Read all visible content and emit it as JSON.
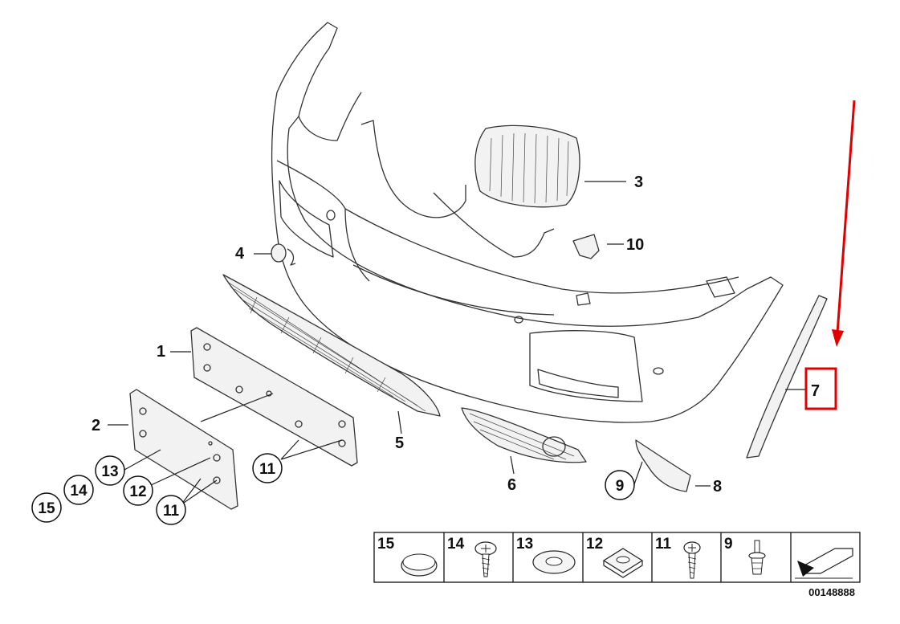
{
  "callouts": {
    "p1": "1",
    "p2": "2",
    "p3": "3",
    "p4": "4",
    "p5": "5",
    "p6": "6",
    "p7": "7",
    "p8": "8",
    "p9": "9",
    "p10": "10",
    "p11a": "11",
    "p11b": "11",
    "p12": "12",
    "p13": "13",
    "p14": "14",
    "p15": "15"
  },
  "legend_table": {
    "cells": [
      "15",
      "14",
      "13",
      "12",
      "11",
      "9"
    ]
  },
  "reference_number": "00148888",
  "colors": {
    "highlight": "#e00000",
    "line": "#333333"
  }
}
